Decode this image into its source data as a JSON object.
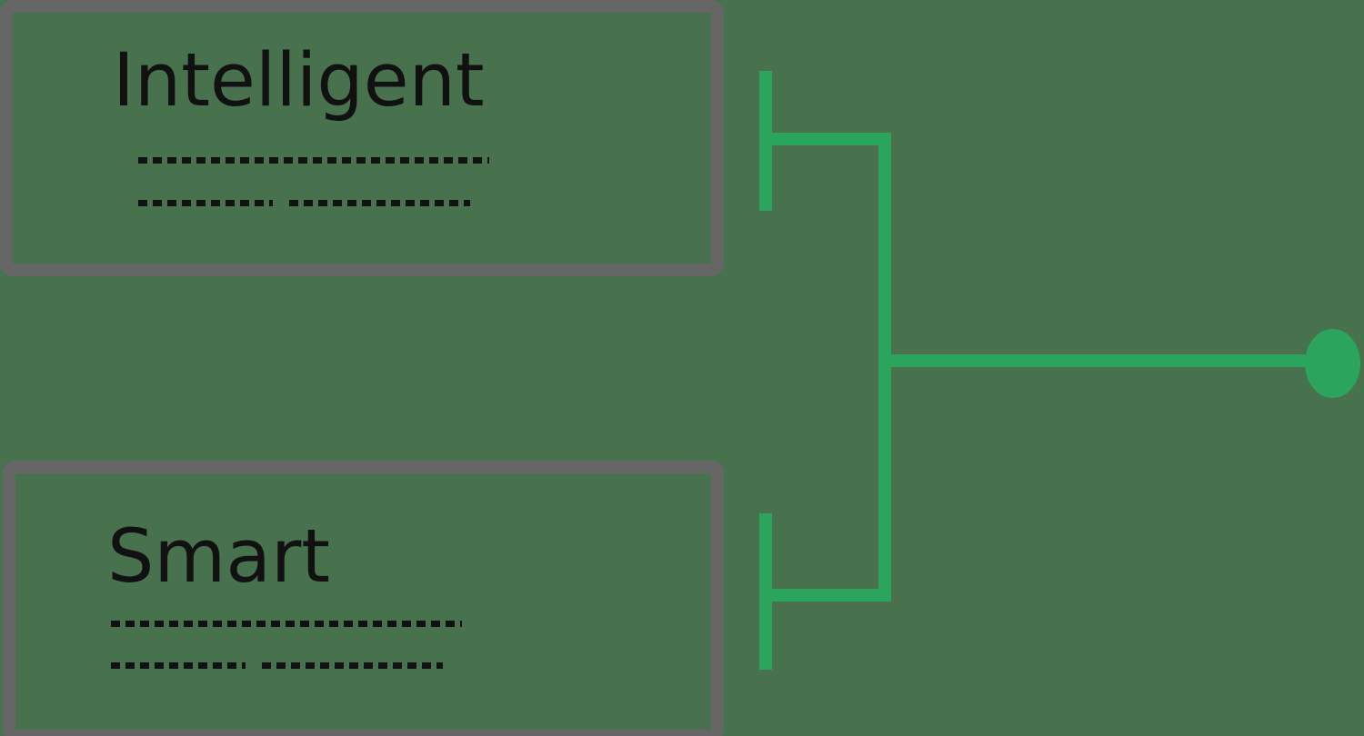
{
  "colors": {
    "background": "#48714e",
    "box_border": "#666666",
    "branch": "#2ba55e",
    "ink": "#111111"
  },
  "nodes": [
    {
      "id": "intelligent",
      "label": "Intelligent"
    },
    {
      "id": "smart",
      "label": "Smart"
    }
  ]
}
